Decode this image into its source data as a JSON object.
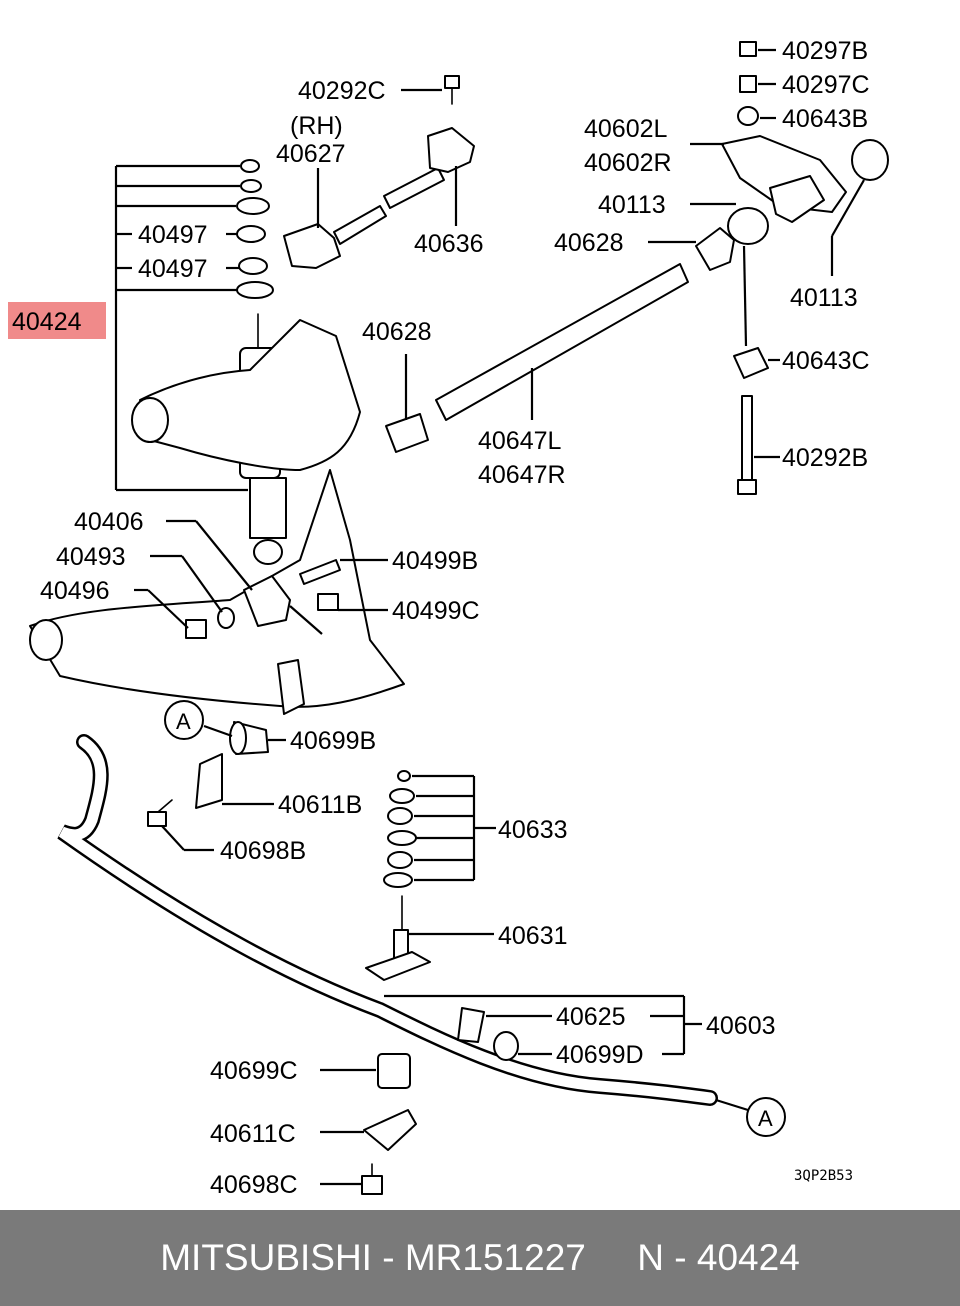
{
  "labels": [
    "40292C",
    "(RH)",
    "40627",
    "40636",
    "40497",
    "40497",
    "40424",
    "40297B",
    "40297C",
    "40643B",
    "40602L",
    "40602R",
    "40113",
    "40628",
    "40113",
    "40643C",
    "40628",
    "40647L",
    "40647R",
    "40292B",
    "40406",
    "40493",
    "40496",
    "40499B",
    "40499C",
    "40699B",
    "40611B",
    "40698B",
    "40633",
    "40631",
    "40625",
    "40603",
    "40699D",
    "40699C",
    "40611C",
    "40698C"
  ],
  "callouts": [
    "A",
    "A"
  ],
  "diagram_code": "3QP2B53",
  "highlight_color": "#f08a8a",
  "footer": {
    "brand": "MITSUBISHI",
    "sep1": " - ",
    "part_number": "MR151227",
    "gap": "     ",
    "ref_prefix": "N - ",
    "ref_number": "40424"
  }
}
